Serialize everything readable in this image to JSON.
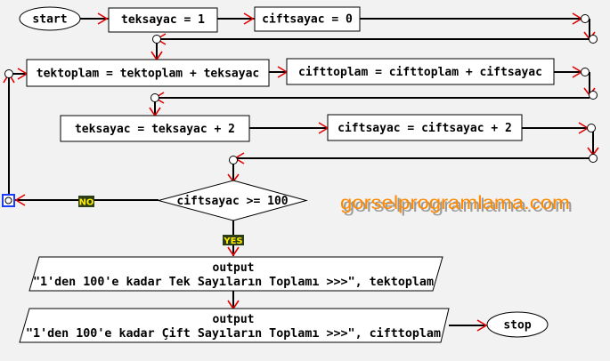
{
  "nodes": {
    "start": "start",
    "stop": "stop",
    "init_tek": "teksayac = 1",
    "init_cift": "ciftsayac = 0",
    "sum_tek": "tektoplam = tektoplam + teksayac",
    "sum_cift": "cifttoplam = cifttoplam + ciftsayac",
    "inc_tek": "teksayac = teksayac + 2",
    "inc_cift": "ciftsayac = ciftsayac + 2",
    "decision": "ciftsayac >= 100",
    "out1_title": "output",
    "out1_text": "\"1'den 100'e kadar Tek Sayıların Toplamı >>>\", tektoplam",
    "out2_title": "output",
    "out2_text": "\"1'den 100'e kadar Çift Sayıların Toplamı >>>\", cifttoplam"
  },
  "labels": {
    "no": "NO",
    "yes": "YES"
  },
  "watermark": "gorselprogramlama.com",
  "colors": {
    "arrowhead": "#e00000",
    "watermark": "#ff8a00",
    "badge_bg": "#2b3d19",
    "badge_text": "#ffee00",
    "loop_marker": "#1a3cff"
  }
}
